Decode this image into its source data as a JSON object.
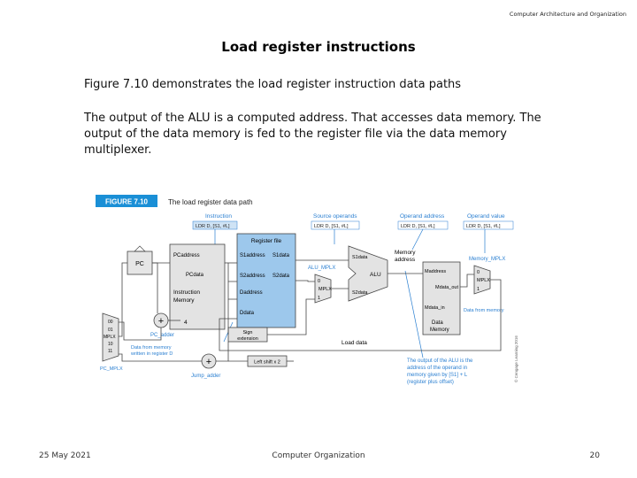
{
  "header": {
    "course": "Computer Architecture and Organization"
  },
  "slide": {
    "title": "Load register instructions",
    "line1": "Figure 7.10  demonstrates the load register instruction data paths",
    "line2": "The output of the ALU is a computed address. That accesses data memory. The output of the data memory is fed to the register file via the data memory multiplexer."
  },
  "figure": {
    "badge": "FIGURE 7.10",
    "caption": "The load register data path",
    "labels": {
      "instruction": "Instruction",
      "source_operands": "Source operands",
      "operand_address": "Operand address",
      "operand_value": "Operand value",
      "instr_text": "LDR D, [S1, #L]",
      "src_text": "LDR D, [S1, #L]",
      "addr_text": "LDR D, [S1, #L]",
      "val_text": "LDR D, [S1, #L]",
      "pc": "PC",
      "pc_address": "PCaddress",
      "pc_data": "PCdata",
      "instr_memory_1": "Instruction",
      "instr_memory_2": "Memory",
      "register_file": "Register file",
      "s1_address": "S1address",
      "s1_data": "S1data",
      "s2_address": "S2address",
      "s2_data": "S2data",
      "d_address": "Daddress",
      "d_data": "Ddata",
      "s1_data_alu": "S1data",
      "s2_data_alu": "S2data",
      "alu": "ALU",
      "alu_mplx": "ALU_MPLX",
      "mplx": "MPLX",
      "mux_0": "0",
      "mux_1": "1",
      "memory_address_1": "Memory",
      "memory_address_2": "address",
      "m_address": "Maddress",
      "m_data_out": "Mdata_out",
      "m_data_in": "Mdata_in",
      "data_memory_1": "Data",
      "data_memory_2": "Memory",
      "memory_mplx": "Memory_MPLX",
      "mplx_right": "MPLX",
      "data_from_memory_right": "Data from memory",
      "sign_extension_1": "Sign",
      "sign_extension_2": "extension",
      "load_data": "Load data",
      "pc_adder": "PC_adder",
      "const_4": "4",
      "pc_mplx": "PC_MPLX",
      "mplx_left": "MPLX",
      "mux_00": "00",
      "mux_01": "01",
      "mux_10": "10",
      "mux_11": "11",
      "data_from_memory_left_1": "Data from memory",
      "data_from_memory_left_2": "written in register D",
      "left_shift": "Left shift x 2",
      "jump_adder": "Jump_adder",
      "note_1": "The output of the ALU is the",
      "note_2": "address of the operand in",
      "note_3": "memory given by [S1] + L",
      "note_4": "(register plus offset)",
      "copyright": "© Cengage Learning 2016"
    }
  },
  "footer": {
    "date": "25 May 2021",
    "course": "Computer Organization",
    "page": "20"
  },
  "colors": {
    "badge": "#1a8fd6",
    "register_file": "#9dc8ec",
    "annotation": "#2a7fd1",
    "wire": "#444444"
  }
}
